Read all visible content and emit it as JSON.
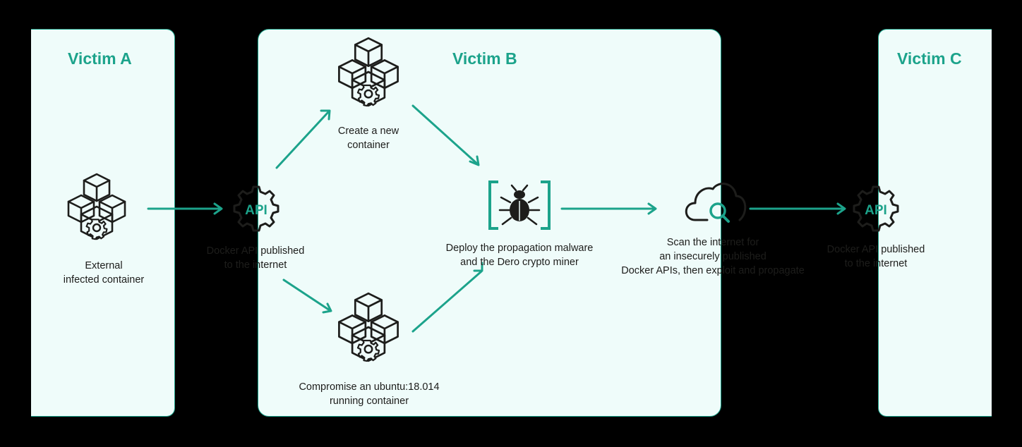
{
  "panels": {
    "victim_a": "Victim A",
    "victim_b": "Victim B",
    "victim_c": "Victim C"
  },
  "nodes": {
    "external_container": "External\ninfected container",
    "docker_api_b": "Docker API published\nto the internet",
    "create_container": "Create a new\ncontainer",
    "compromise_container": "Compromise an ubuntu:18.014\nrunning container",
    "deploy_malware": "Deploy the propagation malware\nand the Dero crypto miner",
    "scan_internet": "Scan the internet for\nan insecurely published\nDocker APIs, then exploit and propagate",
    "docker_api_c": "Docker API published\nto the internet"
  },
  "badges": {
    "api_b": "API",
    "api_c": "API"
  },
  "icons": {
    "container": "container-stack-gear-icon",
    "api": "api-gear-icon",
    "malware": "bug-in-brackets-icon",
    "scan": "cloud-magnifier-icon"
  },
  "colors": {
    "accent": "#1ca38b",
    "panel_bg": "#effcfa",
    "icon_stroke": "#1d1d1b",
    "background": "#000000"
  }
}
